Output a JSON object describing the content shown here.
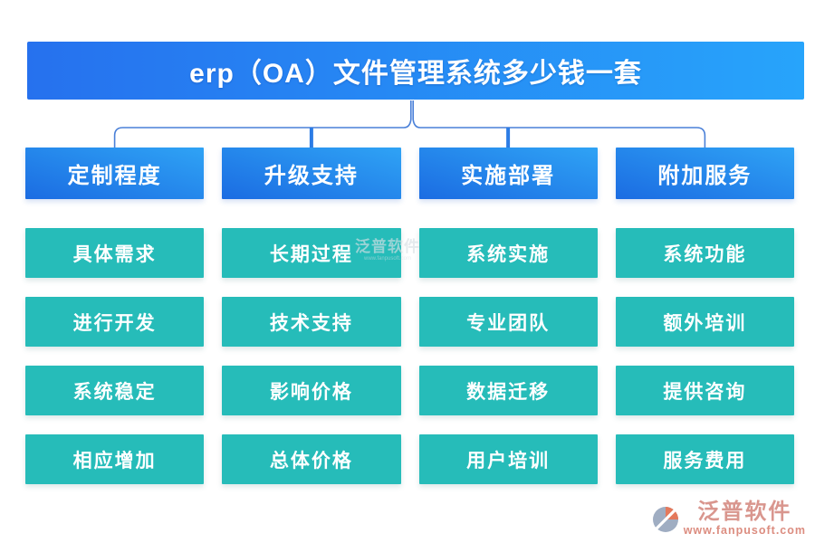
{
  "title": {
    "text": "erp（OA）文件管理系统多少钱一套"
  },
  "columns": [
    {
      "header": "定制程度",
      "items": [
        "具体需求",
        "进行开发",
        "系统稳定",
        "相应增加"
      ]
    },
    {
      "header": "升级支持",
      "items": [
        "长期过程",
        "技术支持",
        "影响价格",
        "总体价格"
      ]
    },
    {
      "header": "实施部署",
      "items": [
        "系统实施",
        "专业团队",
        "数据迁移",
        "用户培训"
      ]
    },
    {
      "header": "附加服务",
      "items": [
        "系统功能",
        "额外培训",
        "提供咨询",
        "服务费用"
      ]
    }
  ],
  "watermark": {
    "text": "泛普软件",
    "url": "www.fanpusoft.com"
  },
  "footer_logo": {
    "brand": "泛普软件",
    "url": "www.fanpusoft.com"
  },
  "colors": {
    "banner_left": "#2671ee",
    "banner_right": "#27a4fb",
    "header_dark": "#1b6ce2",
    "header_light": "#2fa3f5",
    "node_teal": "#26bcb9",
    "connector": "#4a80d8",
    "connector_thick": "#2c7ce5",
    "logo_text": "#d9968e",
    "logo_url": "#dc8d80",
    "logo_orange": "#e4795c",
    "logo_grey": "#9fadc2"
  }
}
